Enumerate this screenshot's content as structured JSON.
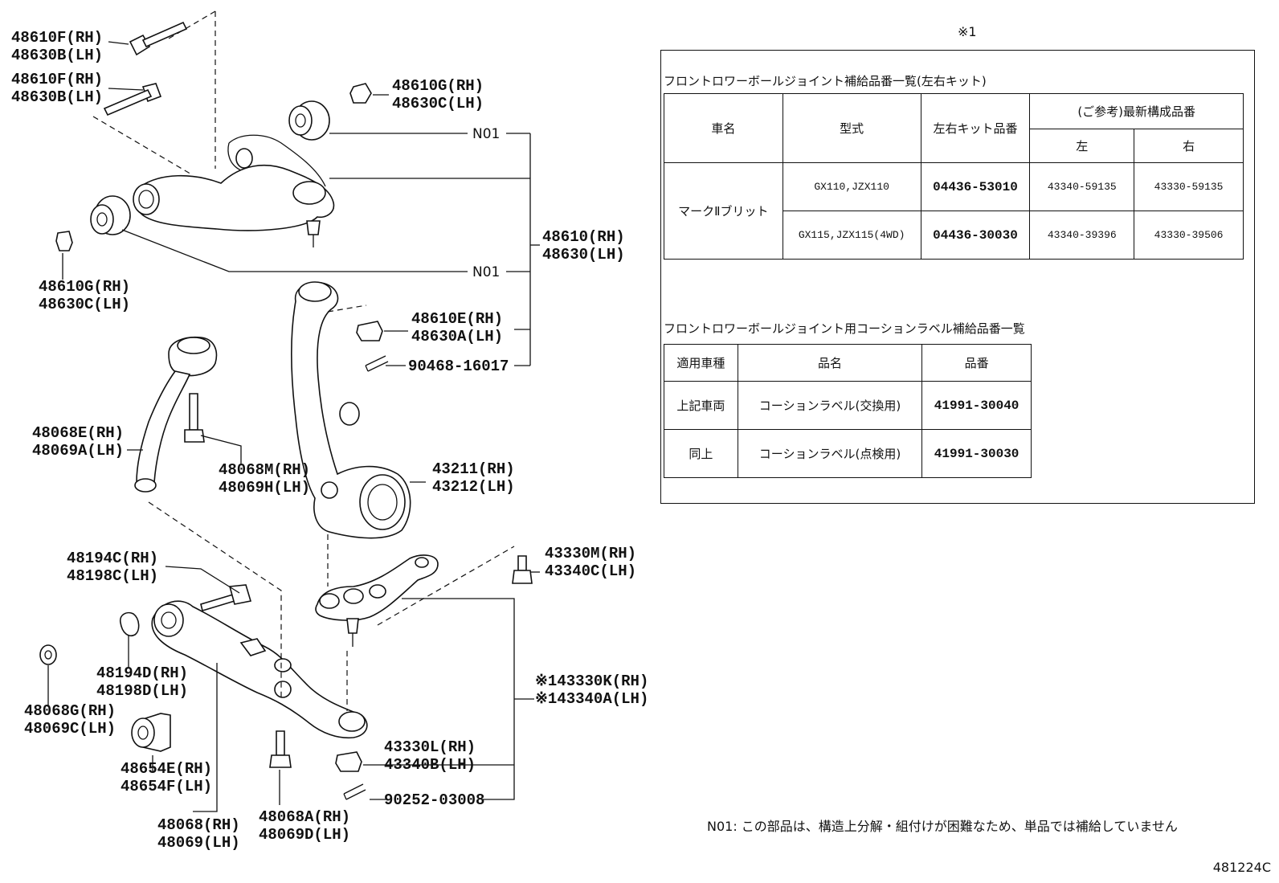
{
  "diagram_labels": [
    {
      "id": "l1",
      "lines": [
        "48610F(RH)",
        "48630B(LH)"
      ]
    },
    {
      "id": "l2",
      "lines": [
        "48610F(RH)",
        "48630B(LH)"
      ]
    },
    {
      "id": "l3",
      "lines": [
        "48610G(RH)",
        "48630C(LH)"
      ]
    },
    {
      "id": "l4",
      "lines": [
        "48610G(RH)",
        "48630C(LH)"
      ]
    },
    {
      "id": "l5",
      "lines": [
        "48610(RH)",
        "48630(LH)"
      ]
    },
    {
      "id": "l6",
      "lines": [
        "48610E(RH)",
        "48630A(LH)"
      ]
    },
    {
      "id": "l7",
      "lines": [
        "90468-16017"
      ]
    },
    {
      "id": "l8",
      "lines": [
        "48068E(RH)",
        "48069A(LH)"
      ]
    },
    {
      "id": "l9",
      "lines": [
        "48068M(RH)",
        "48069H(LH)"
      ]
    },
    {
      "id": "l10",
      "lines": [
        "43211(RH)",
        "43212(LH)"
      ]
    },
    {
      "id": "l11",
      "lines": [
        "48194C(RH)",
        "48198C(LH)"
      ]
    },
    {
      "id": "l12",
      "lines": [
        "43330M(RH)",
        "43340C(LH)"
      ]
    },
    {
      "id": "l13",
      "lines": [
        "48194D(RH)",
        "48198D(LH)"
      ]
    },
    {
      "id": "l14",
      "lines": [
        "48068G(RH)",
        "48069C(LH)"
      ]
    },
    {
      "id": "l15",
      "lines": [
        "※143330K(RH)",
        "※143340A(LH)"
      ]
    },
    {
      "id": "l16",
      "lines": [
        "48654E(RH)",
        "48654F(LH)"
      ]
    },
    {
      "id": "l17",
      "lines": [
        "43330L(RH)",
        "43340B(LH)"
      ]
    },
    {
      "id": "l18",
      "lines": [
        "90252-03008"
      ]
    },
    {
      "id": "l19",
      "lines": [
        "48068(RH)",
        "48069(LH)"
      ]
    },
    {
      "id": "l20",
      "lines": [
        "48068A(RH)",
        "48069D(LH)"
      ]
    }
  ],
  "n01_markers": [
    "N01",
    "N01"
  ],
  "asterisk_label": "※1",
  "table1": {
    "caption": "フロントロワーボールジョイント補給品番一覧(左右キット)",
    "headers": {
      "name": "車名",
      "model": "型式",
      "kit": "左右キット品番",
      "ref": "(ご参考)最新構成品番",
      "left": "左",
      "right": "右"
    },
    "vehicle": "マークⅡブリット",
    "rows": [
      {
        "model": "GX110,JZX110",
        "kit": "04436-53010",
        "left": "43340-59135",
        "right": "43330-59135"
      },
      {
        "model": "GX115,JZX115(4WD)",
        "kit": "04436-30030",
        "left": "43340-39396",
        "right": "43330-39506"
      }
    ]
  },
  "table2": {
    "caption": "フロントロワーボールジョイント用コーションラベル補給品番一覧",
    "headers": {
      "applicable": "適用車種",
      "name": "品名",
      "number": "品番"
    },
    "rows": [
      {
        "applicable": "上記車両",
        "name": "コーションラベル(交換用)",
        "number": "41991-30040"
      },
      {
        "applicable": "同上",
        "name": "コーションラベル(点検用)",
        "number": "41991-30030"
      }
    ]
  },
  "note": "N01: この部品は、構造上分解・組付けが困難なため、単品では補給していません",
  "diagram_ref": "481224C"
}
